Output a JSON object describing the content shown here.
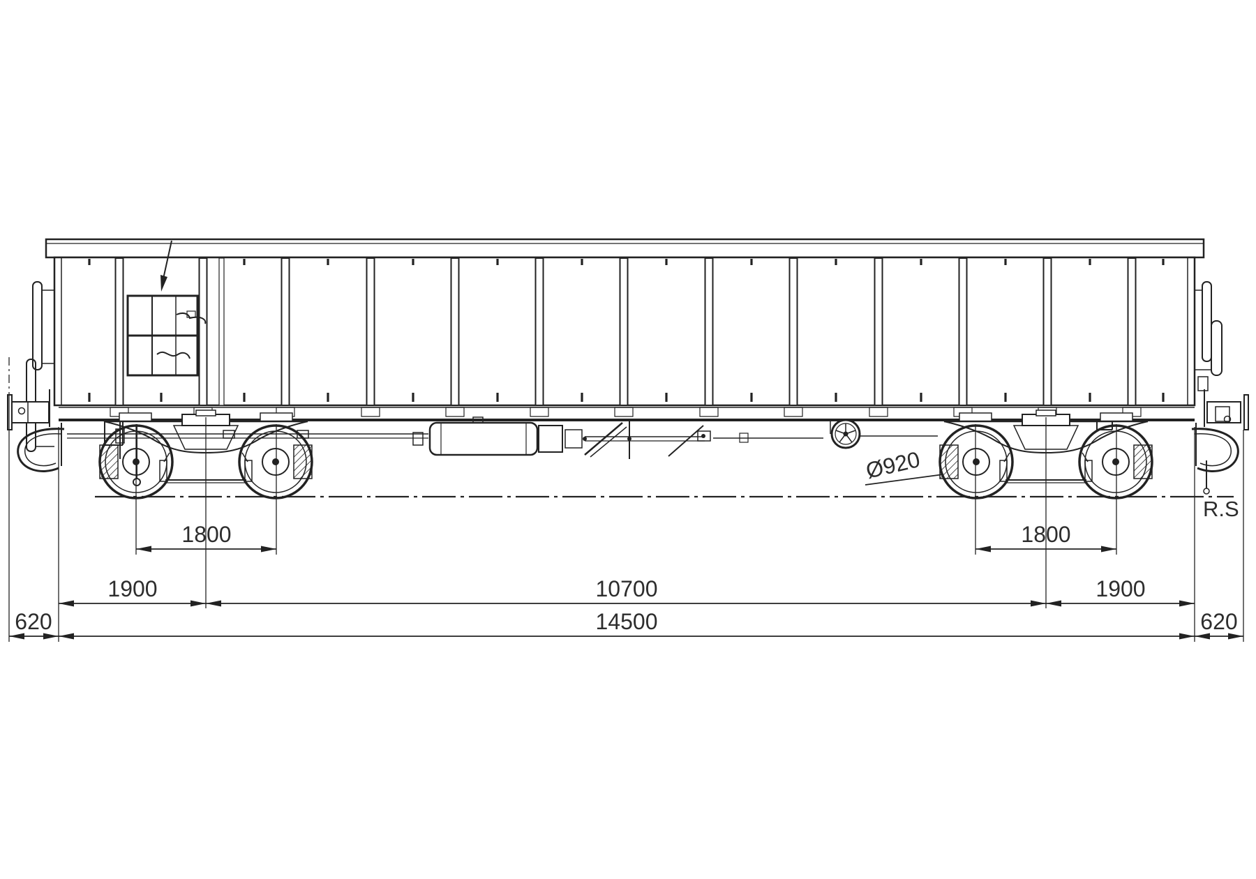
{
  "drawing": {
    "type": "engineering-side-elevation",
    "subject": "four-axle open railway freight wagon with bogies",
    "colors": {
      "line": "#222222",
      "background": "#ffffff"
    },
    "dims": {
      "bogie_wheelbase_left": "1800",
      "bogie_wheelbase_right": "1800",
      "overhang_left": "1900",
      "overhang_right": "1900",
      "bogie_centers": "10700",
      "length_over_headstocks": "14500",
      "buffer_left": "620",
      "buffer_right": "620"
    },
    "labels": {
      "wheel_diameter": "Ø920",
      "rail_surface": "R.S"
    }
  }
}
